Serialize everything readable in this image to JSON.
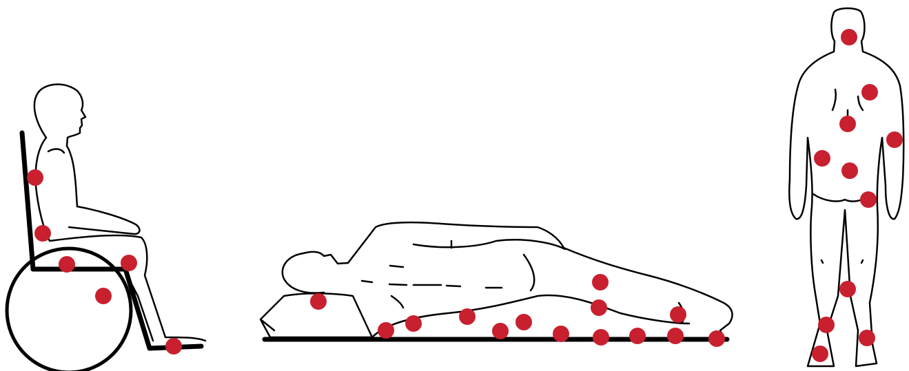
{
  "colors": {
    "pressure_point": "#c8202f",
    "outline": "#000000",
    "background": "#ffffff"
  },
  "figures": [
    {
      "id": "seated-wheelchair",
      "pressure_points": 6
    },
    {
      "id": "lying-side",
      "pressure_points": 14
    },
    {
      "id": "standing-back",
      "pressure_points": 11
    }
  ]
}
